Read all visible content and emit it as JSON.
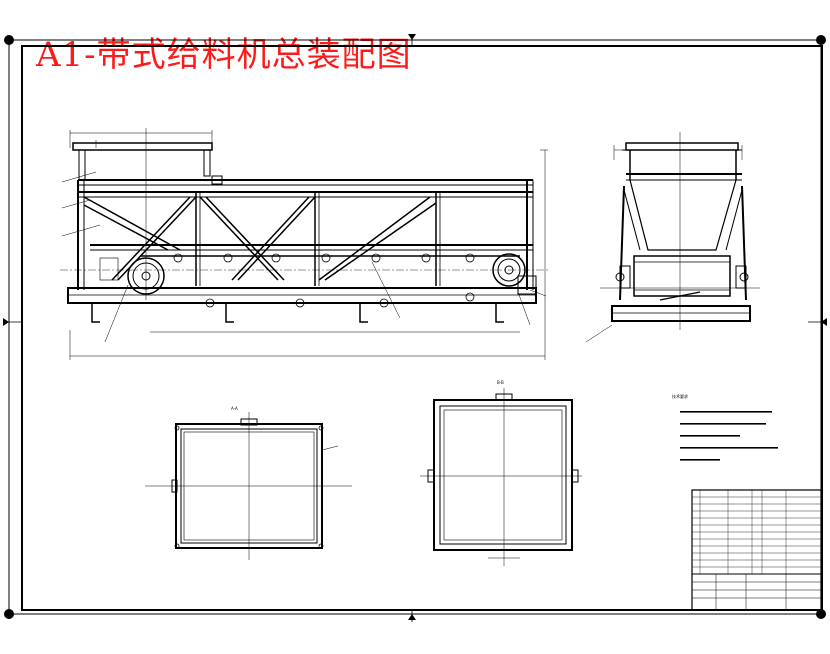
{
  "drawing": {
    "title": "A1-带式给料机总装配图",
    "section_labels": {
      "a": "A-A",
      "b": "B-B"
    },
    "tech_requirements_heading": "技术要求",
    "colors": {
      "title": "#ff1a1a",
      "lines": "#000000"
    }
  }
}
